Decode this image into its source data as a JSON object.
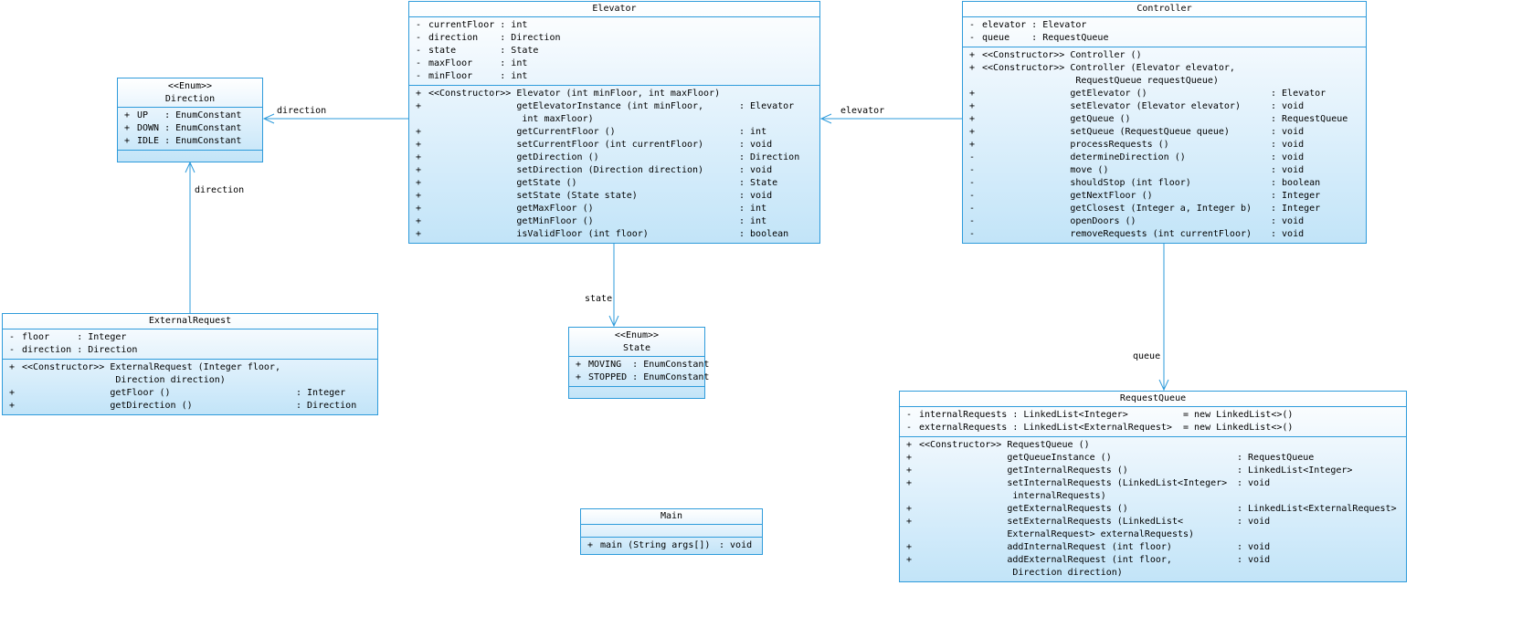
{
  "classes": {
    "elevator": {
      "title": "Elevator",
      "attributes": [
        {
          "vis": "-",
          "text": "currentFloor : int"
        },
        {
          "vis": "-",
          "text": "direction    : Direction"
        },
        {
          "vis": "-",
          "text": "state        : State"
        },
        {
          "vis": "-",
          "text": "maxFloor     : int"
        },
        {
          "vis": "-",
          "text": "minFloor     : int"
        }
      ],
      "methods": [
        {
          "vis": "+",
          "sig": "<<Constructor>> Elevator (int minFloor, int maxFloor)",
          "type": ""
        },
        {
          "vis": "+",
          "sig": "                getElevatorInstance (int minFloor,\n                 int maxFloor)",
          "type": ": Elevator"
        },
        {
          "vis": "+",
          "sig": "                getCurrentFloor ()",
          "type": ": int"
        },
        {
          "vis": "+",
          "sig": "                setCurrentFloor (int currentFloor)",
          "type": ": void"
        },
        {
          "vis": "+",
          "sig": "                getDirection ()",
          "type": ": Direction"
        },
        {
          "vis": "+",
          "sig": "                setDirection (Direction direction)",
          "type": ": void"
        },
        {
          "vis": "+",
          "sig": "                getState ()",
          "type": ": State"
        },
        {
          "vis": "+",
          "sig": "                setState (State state)",
          "type": ": void"
        },
        {
          "vis": "+",
          "sig": "                getMaxFloor ()",
          "type": ": int"
        },
        {
          "vis": "+",
          "sig": "                getMinFloor ()",
          "type": ": int"
        },
        {
          "vis": "+",
          "sig": "                isValidFloor (int floor)",
          "type": ": boolean"
        }
      ]
    },
    "controller": {
      "title": "Controller",
      "attributes": [
        {
          "vis": "-",
          "text": "elevator : Elevator"
        },
        {
          "vis": "-",
          "text": "queue    : RequestQueue"
        }
      ],
      "methods": [
        {
          "vis": "+",
          "sig": "<<Constructor>> Controller ()",
          "type": ""
        },
        {
          "vis": "+",
          "sig": "<<Constructor>> Controller (Elevator elevator,\n                 RequestQueue requestQueue)",
          "type": ""
        },
        {
          "vis": "+",
          "sig": "                getElevator ()",
          "type": ": Elevator"
        },
        {
          "vis": "+",
          "sig": "                setElevator (Elevator elevator)",
          "type": ": void"
        },
        {
          "vis": "+",
          "sig": "                getQueue ()",
          "type": ": RequestQueue"
        },
        {
          "vis": "+",
          "sig": "                setQueue (RequestQueue queue)",
          "type": ": void"
        },
        {
          "vis": "+",
          "sig": "                processRequests ()",
          "type": ": void"
        },
        {
          "vis": "-",
          "sig": "                determineDirection ()",
          "type": ": void"
        },
        {
          "vis": "-",
          "sig": "                move ()",
          "type": ": void"
        },
        {
          "vis": "-",
          "sig": "                shouldStop (int floor)",
          "type": ": boolean"
        },
        {
          "vis": "-",
          "sig": "                getNextFloor ()",
          "type": ": Integer"
        },
        {
          "vis": "-",
          "sig": "                getClosest (Integer a, Integer b)",
          "type": ": Integer"
        },
        {
          "vis": "-",
          "sig": "                openDoors ()",
          "type": ": void"
        },
        {
          "vis": "-",
          "sig": "                removeRequests (int currentFloor)",
          "type": ": void"
        }
      ]
    },
    "direction": {
      "stereotype": "<<Enum>>",
      "title": "Direction",
      "attributes": [
        {
          "vis": "+",
          "text": "UP   : EnumConstant"
        },
        {
          "vis": "+",
          "text": "DOWN : EnumConstant"
        },
        {
          "vis": "+",
          "text": "IDLE : EnumConstant"
        }
      ]
    },
    "state": {
      "stereotype": "<<Enum>>",
      "title": "State",
      "attributes": [
        {
          "vis": "+",
          "text": "MOVING  : EnumConstant"
        },
        {
          "vis": "+",
          "text": "STOPPED : EnumConstant"
        }
      ]
    },
    "externalRequest": {
      "title": "ExternalRequest",
      "attributes": [
        {
          "vis": "-",
          "text": "floor     : Integer"
        },
        {
          "vis": "-",
          "text": "direction : Direction"
        }
      ],
      "methods": [
        {
          "vis": "+",
          "sig": "<<Constructor>> ExternalRequest (Integer floor,\n                 Direction direction)",
          "type": ""
        },
        {
          "vis": "+",
          "sig": "                getFloor ()",
          "type": ": Integer"
        },
        {
          "vis": "+",
          "sig": "                getDirection ()",
          "type": ": Direction"
        }
      ]
    },
    "main": {
      "title": "Main",
      "methods": [
        {
          "vis": "+",
          "sig": "main (String args[])",
          "type": ": void"
        }
      ]
    },
    "requestQueue": {
      "title": "RequestQueue",
      "attributes": [
        {
          "vis": "-",
          "text": "internalRequests : LinkedList<Integer>          = new LinkedList<>()"
        },
        {
          "vis": "-",
          "text": "externalRequests : LinkedList<ExternalRequest>  = new LinkedList<>()"
        }
      ],
      "methods": [
        {
          "vis": "+",
          "sig": "<<Constructor>> RequestQueue ()",
          "type": ""
        },
        {
          "vis": "+",
          "sig": "                getQueueInstance ()",
          "type": ": RequestQueue"
        },
        {
          "vis": "+",
          "sig": "                getInternalRequests ()",
          "type": ": LinkedList<Integer>"
        },
        {
          "vis": "+",
          "sig": "                setInternalRequests (LinkedList<Integer>\n                 internalRequests)",
          "type": ": void"
        },
        {
          "vis": "+",
          "sig": "                getExternalRequests ()",
          "type": ": LinkedList<ExternalRequest>"
        },
        {
          "vis": "+",
          "sig": "                setExternalRequests (LinkedList<\n                ExternalRequest> externalRequests)",
          "type": ": void"
        },
        {
          "vis": "+",
          "sig": "                addInternalRequest (int floor)",
          "type": ": void"
        },
        {
          "vis": "+",
          "sig": "                addExternalRequest (int floor,\n                 Direction direction)",
          "type": ": void"
        }
      ]
    }
  },
  "edgeLabels": {
    "elevatorDirection": "direction",
    "externalRequestDirection": "direction",
    "controllerElevator": "elevator",
    "elevatorState": "state",
    "controllerQueue": "queue"
  }
}
